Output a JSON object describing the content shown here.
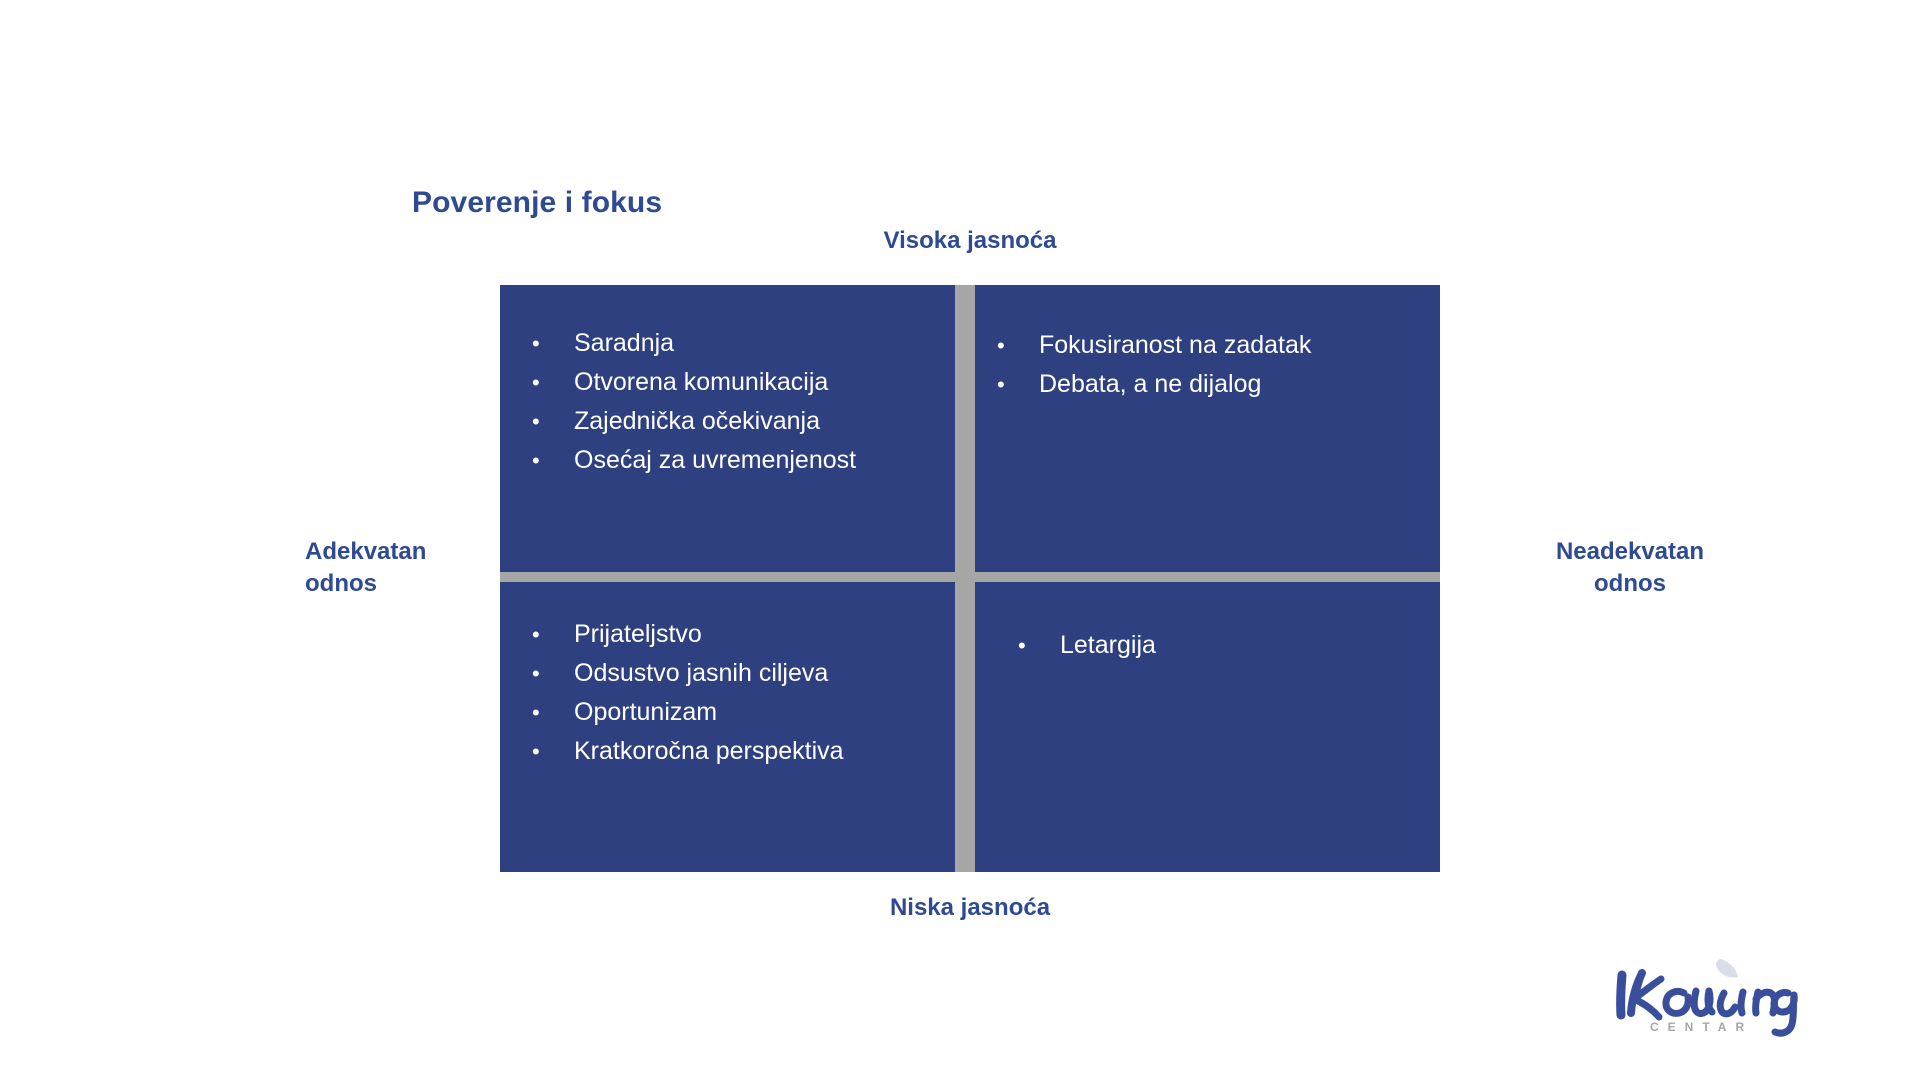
{
  "slide": {
    "title": "Poverenje i fokus",
    "background_color": "#ffffff"
  },
  "colors": {
    "quadrant_fill": "#2e4080",
    "divider": "#a6a6a6",
    "label_blue": "#2e4a93",
    "bullet_text": "#ffffff",
    "logo_script": "#3a4f9b",
    "logo_subtitle": "#a6a6a6"
  },
  "axes": {
    "top": "Visoka jasnoća",
    "bottom": "Niska jasnoća",
    "left_line1": "Adekvatan",
    "left_line2": "odnos",
    "right_line1": "Neadekvatan",
    "right_line2": "odnos"
  },
  "bullet_glyph": "•",
  "quadrants": {
    "top_left": {
      "items": [
        "Saradnja",
        "Otvorena komunikacija",
        "Zajednička očekivanja",
        "Osećaj za uvremenjenost"
      ]
    },
    "top_right": {
      "items": [
        "Fokusiranost na zadatak",
        "Debata, a ne dijalog"
      ]
    },
    "bottom_left": {
      "items": [
        "Prijateljstvo",
        "Odsustvo jasnih ciljeva",
        "Oportunizam",
        "Kratkoročna perspektiva"
      ]
    },
    "bottom_right": {
      "items": [
        "Letargija"
      ]
    }
  },
  "logo": {
    "wordmark": "Koucing",
    "subtitle": "C E N T A R"
  }
}
